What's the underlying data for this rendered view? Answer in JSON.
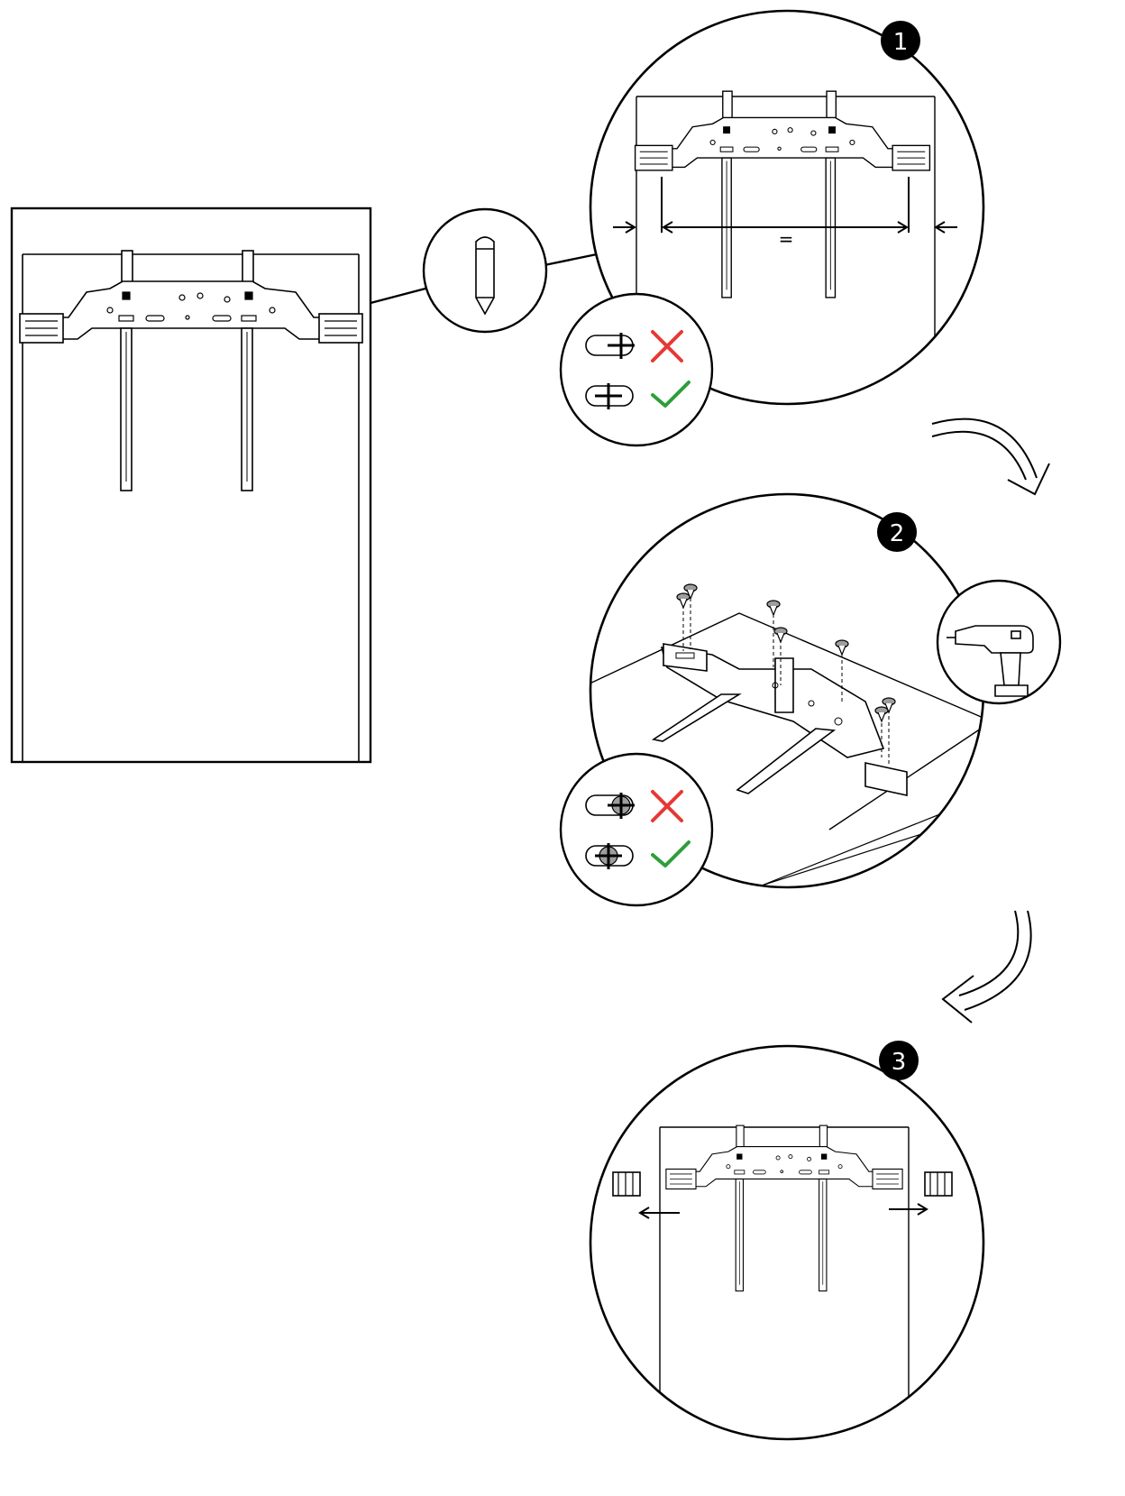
{
  "steps": [
    {
      "number": "1",
      "annotation": "="
    },
    {
      "number": "2"
    },
    {
      "number": "3"
    }
  ],
  "icons": {
    "tool_step1": "pencil-icon",
    "tool_step2": "cordless-drill-icon",
    "wrong": "cross-icon",
    "right": "check-icon"
  },
  "colors": {
    "line": "#000000",
    "wrong": "#e53935",
    "right": "#2e9e3a",
    "badge": "#000000",
    "screw_fill": "#9e9e9e"
  }
}
